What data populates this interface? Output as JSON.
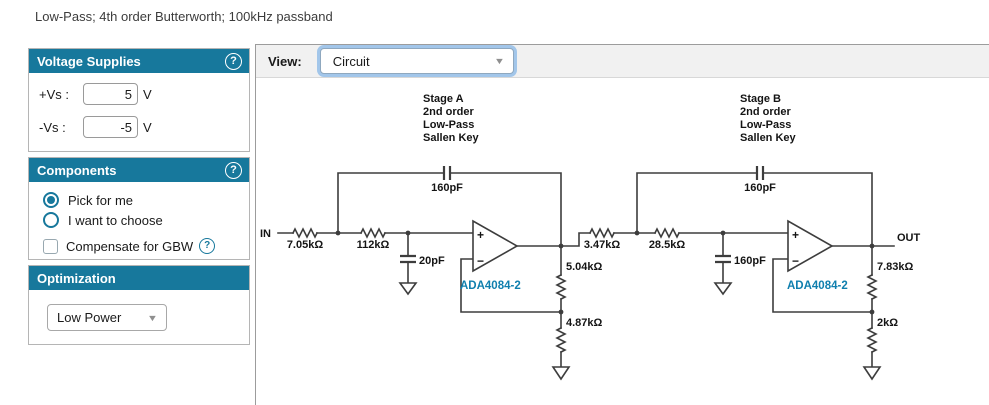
{
  "title": "Low-Pass; 4th order Butterworth; 100kHz passband",
  "icons": {
    "help_glyph": "?",
    "dropdown_arrow": "▼"
  },
  "colors": {
    "header_teal": "#17789C",
    "opamp_blue": "#0F7FAE",
    "focus_ring": "#A2C6EA"
  },
  "sidebar": {
    "voltage_supplies": {
      "title": "Voltage Supplies",
      "pos": {
        "label": "+Vs :",
        "value": "5",
        "unit": "V"
      },
      "neg": {
        "label": "-Vs :",
        "value": "-5",
        "unit": "V"
      }
    },
    "components": {
      "title": "Components",
      "radio_pick": "Pick for me",
      "radio_choose": "I want to choose",
      "gbw_label": "Compensate for GBW"
    },
    "optimization": {
      "title": "Optimization",
      "value": "Low Power"
    }
  },
  "viewbar": {
    "label": "View:",
    "value": "Circuit"
  },
  "circuit": {
    "in_label": "IN",
    "out_label": "OUT",
    "plus": "+",
    "minus": "−",
    "stage_a": {
      "header": [
        "Stage A",
        "2nd order",
        "Low-Pass",
        "Sallen Key"
      ],
      "cap_feedback": "160pF",
      "r1": "7.05kΩ",
      "r2": "112kΩ",
      "cap_shunt": "20pF",
      "opamp": "ADA4084-2",
      "r_top": "5.04kΩ",
      "r_bottom": "4.87kΩ"
    },
    "stage_b": {
      "header": [
        "Stage B",
        "2nd order",
        "Low-Pass",
        "Sallen Key"
      ],
      "cap_feedback": "160pF",
      "r1": "3.47kΩ",
      "r2": "28.5kΩ",
      "cap_shunt": "160pF",
      "opamp": "ADA4084-2",
      "r_top": "7.83kΩ",
      "r_bottom": "2kΩ"
    }
  }
}
